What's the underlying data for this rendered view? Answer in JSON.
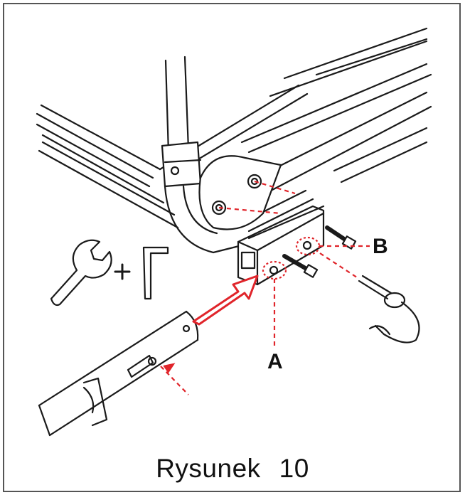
{
  "figure": {
    "caption_word": "Rysunek",
    "caption_number": "10",
    "callouts": {
      "a": "A",
      "b": "B"
    },
    "tools": [
      "wrench-icon",
      "allen-key-icon"
    ],
    "tool_plus": "+"
  },
  "colors": {
    "accent_red": "#e0242a",
    "line": "#1a1a1a",
    "frame": "#555555"
  }
}
